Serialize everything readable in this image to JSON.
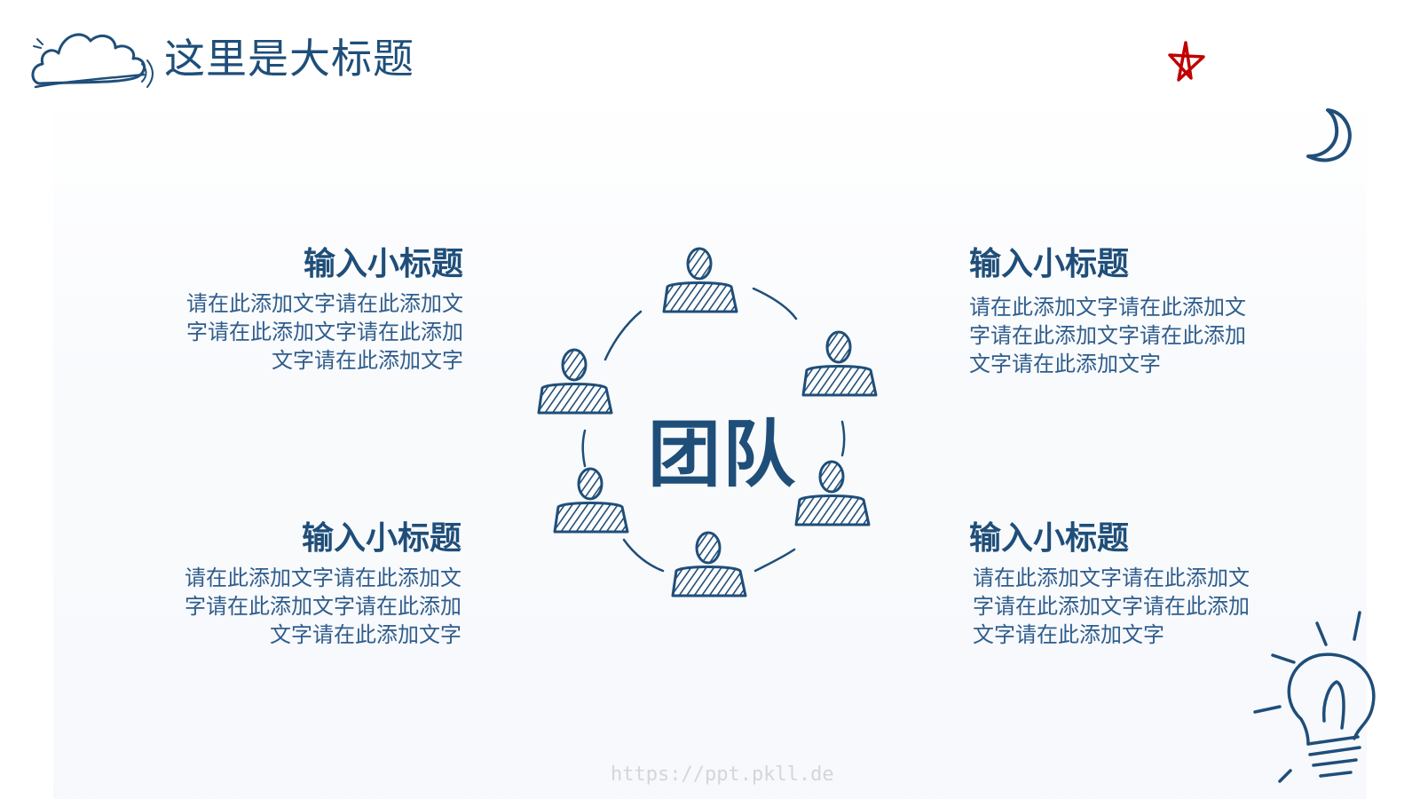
{
  "title": "这里是大标题",
  "center_label": "团队",
  "blocks": [
    {
      "heading": "输入小标题",
      "body": "请在此添加文字请在此添加文字请在此添加文字请在此添加文字请在此添加文字"
    },
    {
      "heading": "输入小标题",
      "body": "请在此添加文字请在此添加文字请在此添加文字请在此添加文字请在此添加文字"
    },
    {
      "heading": "输入小标题",
      "body": "请在此添加文字请在此添加文字请在此添加文字请在此添加文字请在此添加文字"
    },
    {
      "heading": "输入小标题",
      "body": "请在此添加文字请在此添加文字请在此添加文字请在此添加文字请在此添加文字"
    }
  ],
  "watermark": "https://ppt.pkll.de",
  "colors": {
    "primary": "#1f4e79",
    "star": "#c00000",
    "watermark": "#d3d6da"
  },
  "icons": [
    "cloud-icon",
    "star-icon",
    "moon-icon",
    "lightbulb-icon",
    "person-icon"
  ]
}
